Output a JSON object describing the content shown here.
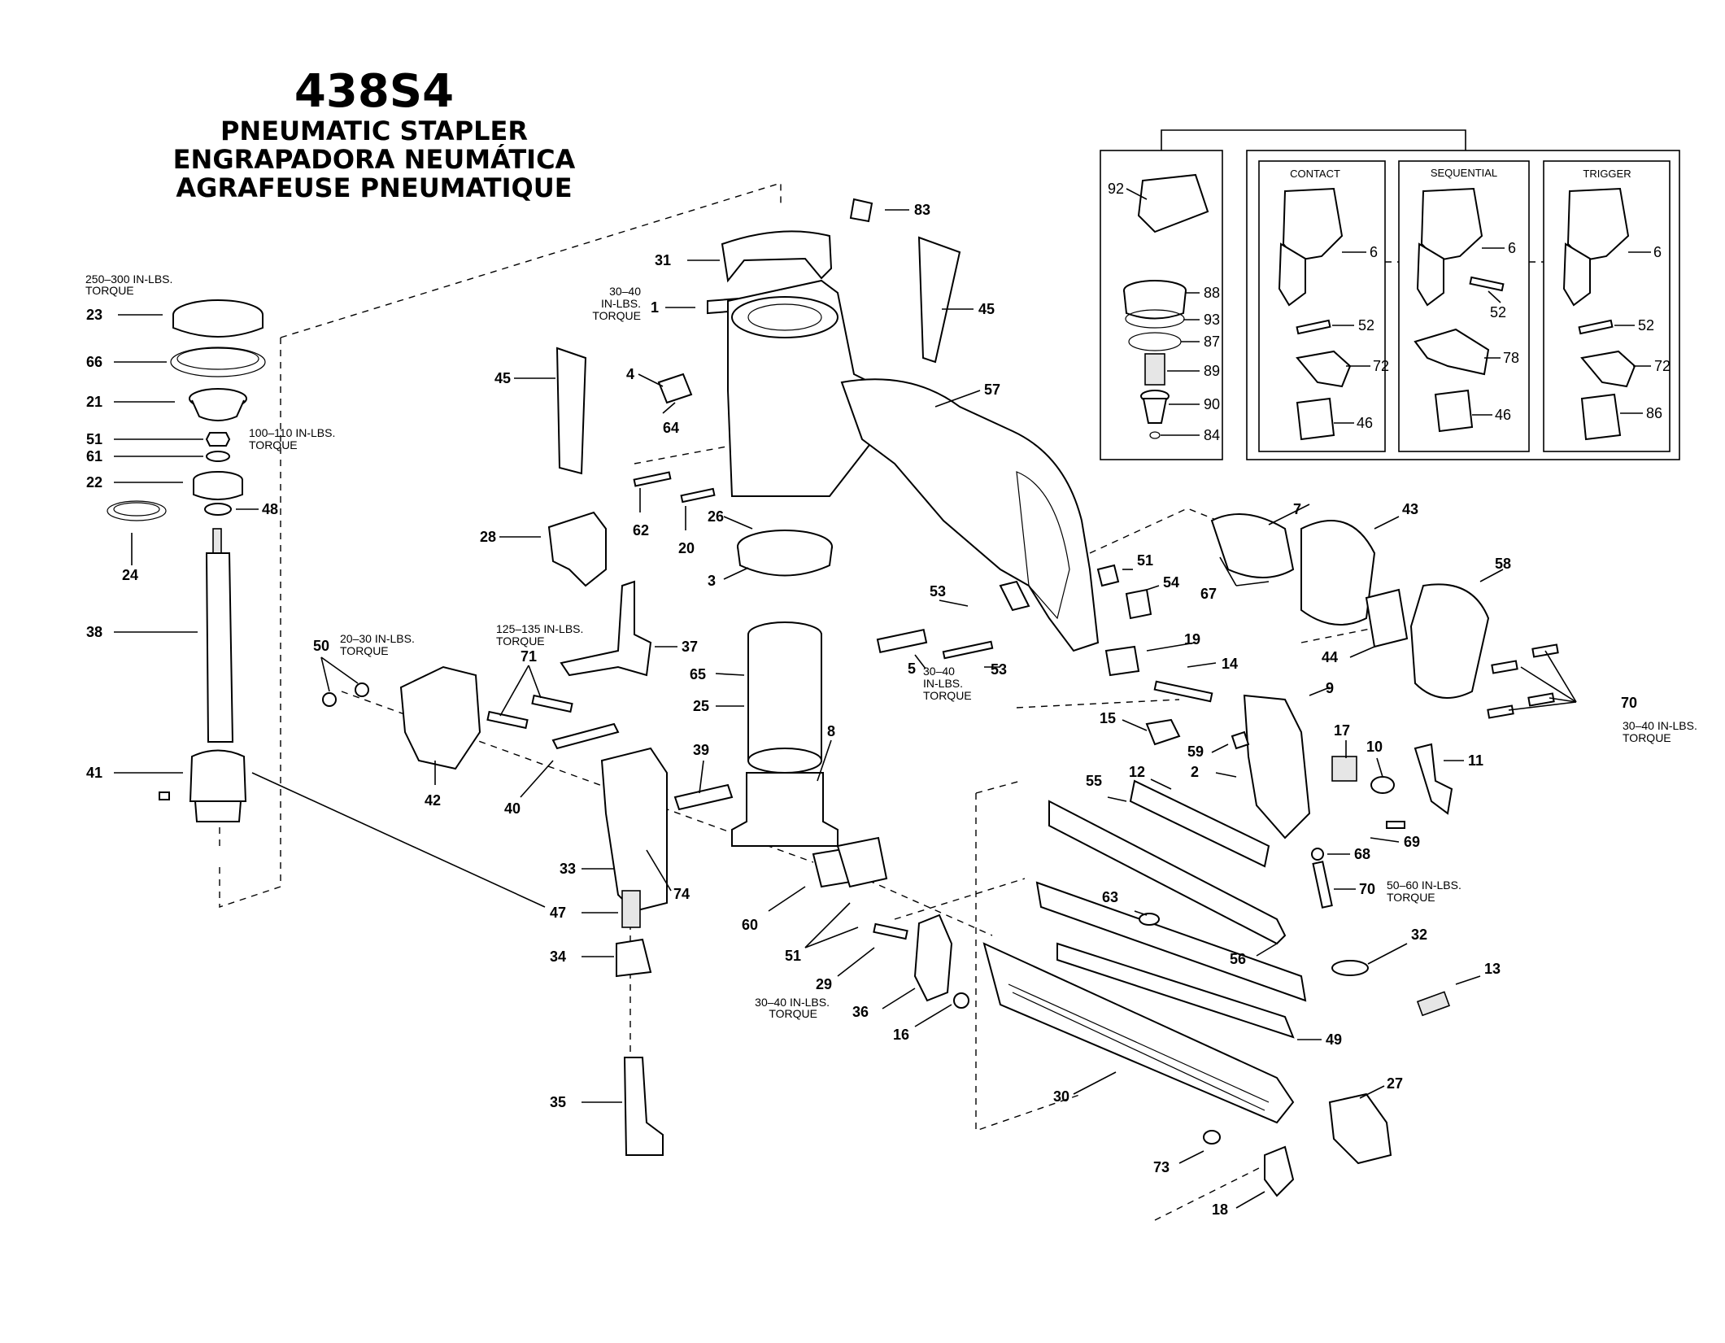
{
  "title": {
    "model": "438S4",
    "en": "PNEUMATIC STAPLER",
    "es": "ENGRAPADORA NEUMÁTICA",
    "fr": "AGRAFEUSE PNEUMATIQUE"
  },
  "inset": {
    "contact": "CONTACT",
    "sequential": "SEQUENTIAL",
    "trigger": "TRIGGER"
  },
  "torque": {
    "t250_300": [
      "250–300 IN-LBS.",
      "TORQUE"
    ],
    "t100_110": [
      "100–110 IN-LBS.",
      "TORQUE"
    ],
    "t20_30": [
      "20–30 IN-LBS.",
      "TORQUE"
    ],
    "t125_135": [
      "125–135 IN-LBS.",
      "TORQUE"
    ],
    "t30_40_top": [
      "30–40",
      "IN-LBS.",
      "TORQUE"
    ],
    "t30_40_mid": [
      "30–40",
      "IN-LBS.",
      "TORQUE"
    ],
    "t30_40_right": [
      "30–40 IN-LBS.",
      "TORQUE"
    ],
    "t50_60": [
      "50–60 IN-LBS.",
      "TORQUE"
    ],
    "t30_40_low": [
      "30–40 IN-LBS.",
      "TORQUE"
    ]
  },
  "labels": {
    "p1": "1",
    "p2": "2",
    "p3": "3",
    "p4": "4",
    "p5": "5",
    "p6a": "6",
    "p6b": "6",
    "p6c": "6",
    "p7": "7",
    "p8": "8",
    "p9": "9",
    "p10": "10",
    "p11": "11",
    "p12": "12",
    "p13": "13",
    "p14": "14",
    "p15": "15",
    "p16": "16",
    "p17": "17",
    "p18": "18",
    "p19": "19",
    "p20": "20",
    "p21": "21",
    "p22": "22",
    "p23": "23",
    "p24": "24",
    "p25": "25",
    "p26": "26",
    "p27": "27",
    "p28": "28",
    "p29": "29",
    "p30": "30",
    "p31": "31",
    "p32": "32",
    "p33": "33",
    "p34": "34",
    "p35": "35",
    "p36": "36",
    "p37": "37",
    "p38": "38",
    "p39": "39",
    "p40": "40",
    "p41": "41",
    "p42": "42",
    "p43": "43",
    "p44": "44",
    "p45a": "45",
    "p45b": "45",
    "p46a": "46",
    "p46b": "46",
    "p47": "47",
    "p48": "48",
    "p49": "49",
    "p50": "50",
    "p51a": "51",
    "p51b": "51",
    "p51c": "51",
    "p52a": "52",
    "p52b": "52",
    "p52c": "52",
    "p53a": "53",
    "p53b": "53",
    "p54": "54",
    "p55": "55",
    "p56": "56",
    "p57": "57",
    "p58": "58",
    "p59": "59",
    "p60": "60",
    "p61": "61",
    "p62": "62",
    "p63": "63",
    "p64": "64",
    "p65": "65",
    "p66": "66",
    "p67": "67",
    "p68": "68",
    "p69": "69",
    "p70a": "70",
    "p70b": "70",
    "p71": "71",
    "p72a": "72",
    "p72b": "72",
    "p73": "73",
    "p74": "74",
    "p78": "78",
    "p83": "83",
    "p84": "84",
    "p86": "86",
    "p87": "87",
    "p88": "88",
    "p89": "89",
    "p90": "90",
    "p92": "92",
    "p93": "93"
  }
}
